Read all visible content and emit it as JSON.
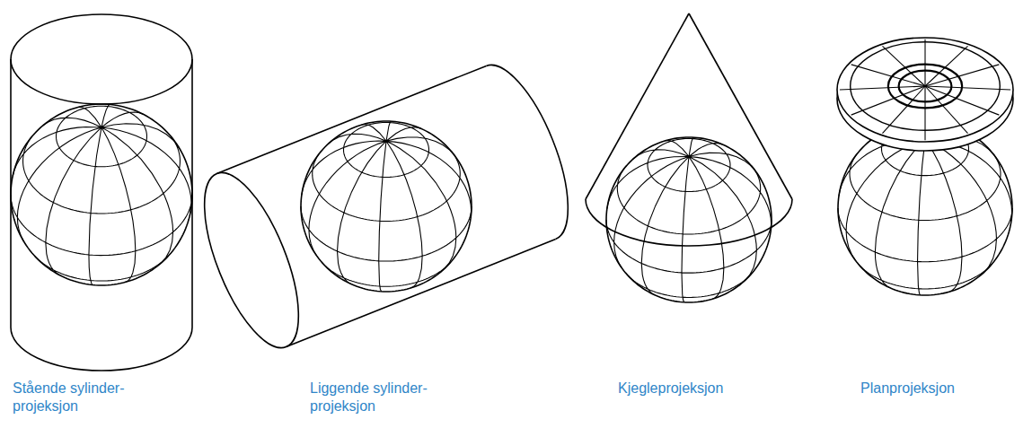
{
  "diagram": {
    "labels": [
      "Stående sylinder- projeksjon",
      "Liggende sylinder- projeksjon",
      "Kjegleprojeksjon",
      "Planprojeksjon"
    ]
  }
}
